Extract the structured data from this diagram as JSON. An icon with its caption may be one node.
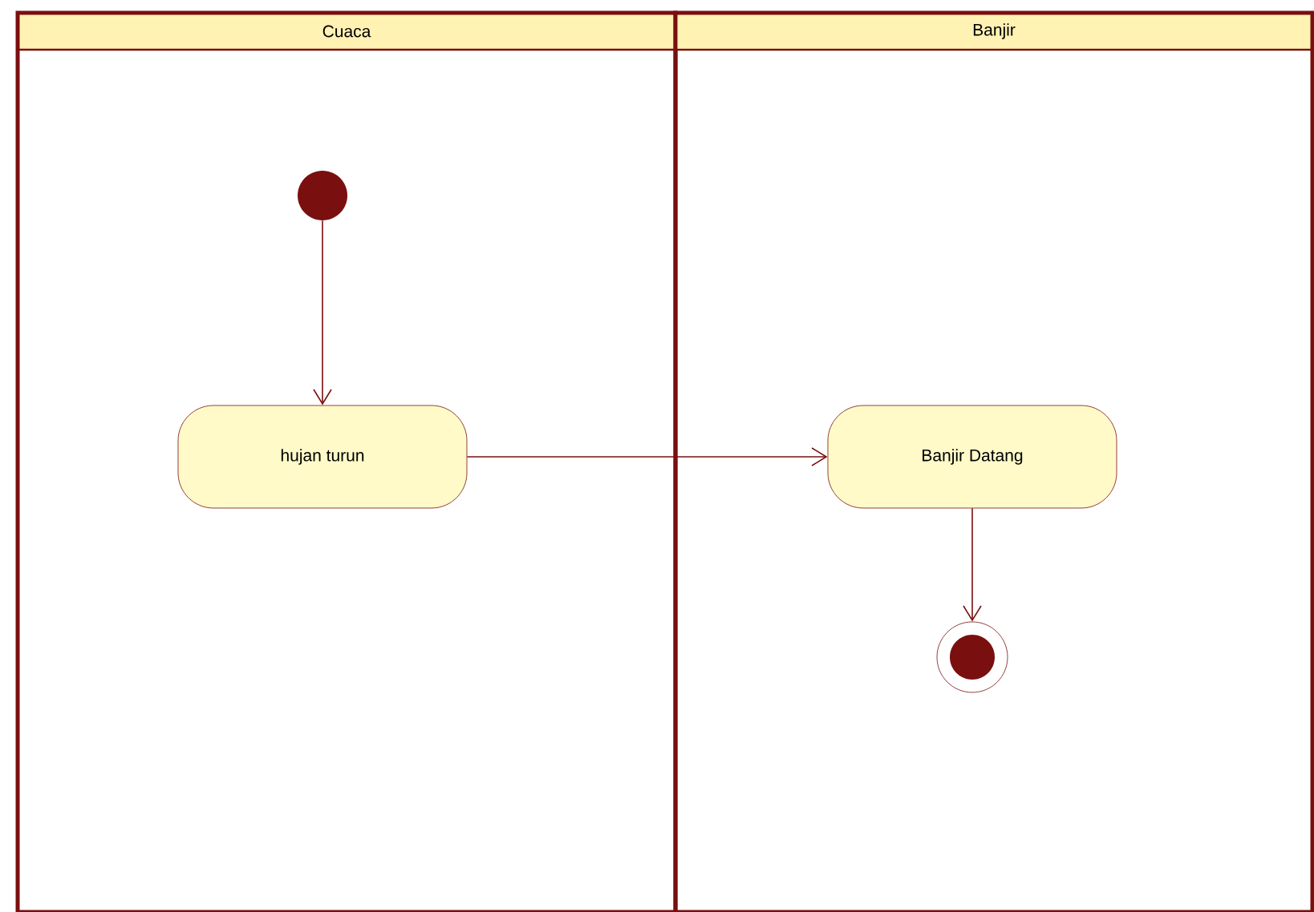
{
  "diagram": {
    "nodes": [
      {
        "text": [
          "Cuaca"
        ]
      },
      {
        "text": [
          "Banjir"
        ]
      },
      {
        "text": [],
        "shape": "circle",
        "in": 0
      },
      {
        "text": [
          "hujan turun"
        ],
        "in": 0
      },
      {
        "text": [
          "Banjir Datang"
        ],
        "in": 1
      },
      {
        "text": [],
        "shape": "bullseye",
        "in": 1
      }
    ],
    "edges": [
      {
        "from": 2,
        "to": 3,
        "arrow": "to"
      },
      {
        "from": 3,
        "to": 4,
        "arrow": "to"
      },
      {
        "from": 4,
        "to": 5,
        "arrow": "to"
      }
    ]
  }
}
